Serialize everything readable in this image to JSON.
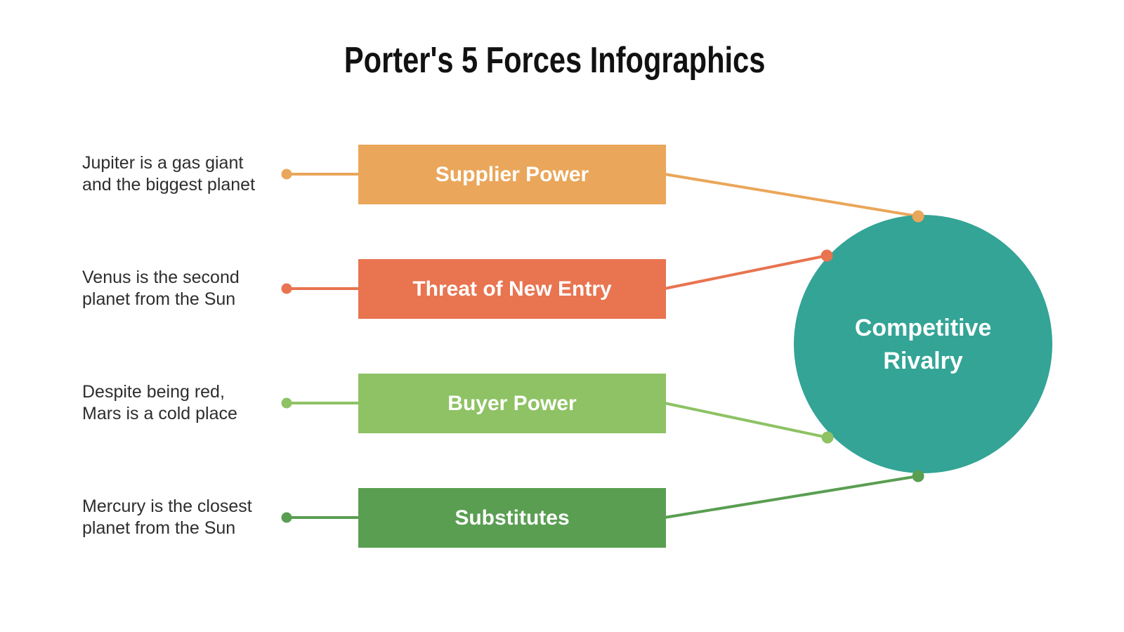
{
  "title": "Porter's 5 Forces Infographics",
  "colors": {
    "orange": "#EAA65A",
    "red": "#E87450",
    "light_green": "#8EC264",
    "dark_green": "#5A9E52",
    "teal": "#33A496",
    "title_text": "#111111",
    "note_text": "#2E2E2E"
  },
  "center_circle": {
    "label_line1": "Competitive",
    "label_line2": "Rivalry"
  },
  "forces": [
    {
      "label": "Supplier Power",
      "note_lines": [
        "Jupiter is a gas giant",
        "and the biggest planet"
      ]
    },
    {
      "label": "Threat of New Entry",
      "note_lines": [
        "Venus is the second",
        "planet from the Sun"
      ]
    },
    {
      "label": "Buyer Power",
      "note_lines": [
        "Despite being red,",
        "Mars is a cold place"
      ]
    },
    {
      "label": "Substitutes",
      "note_lines": [
        "Mercury is the closest",
        "planet from the Sun"
      ]
    }
  ]
}
